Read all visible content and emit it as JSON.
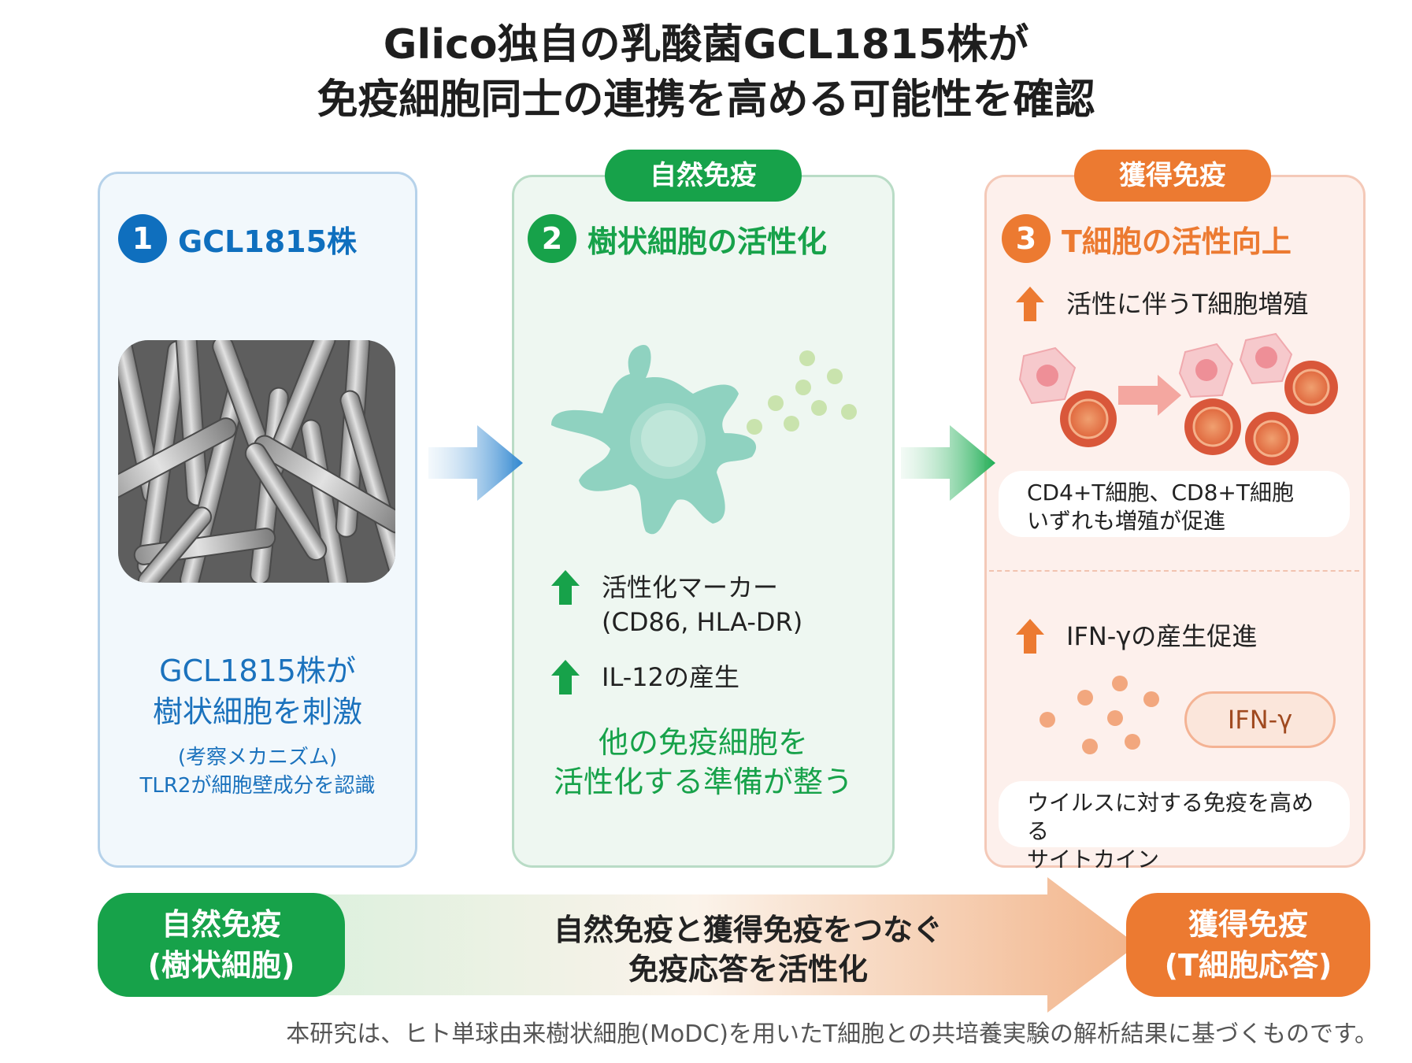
{
  "title": {
    "line1": "Glico独自の乳酸菌GCL1815株が",
    "line2": "免疫細胞同士の連携を高める可能性を確認"
  },
  "badges": {
    "innate": "自然免疫",
    "acquired": "獲得免疫"
  },
  "panel1": {
    "num": "1",
    "heading": "GCL1815株",
    "main_line1": "GCL1815株が",
    "main_line2": "樹状細胞を刺激",
    "sub_line1": "(考察メカニズム)",
    "sub_line2": "TLR2が細胞壁成分を認識"
  },
  "panel2": {
    "num": "2",
    "heading": "樹状細胞の活性化",
    "marker_line1": "活性化マーカー",
    "marker_line2": "(CD86, HLA-DR)",
    "il12": "IL-12の産生",
    "main_line1": "他の免疫細胞を",
    "main_line2": "活性化する準備が整う"
  },
  "panel3": {
    "num": "3",
    "heading": "T細胞の活性向上",
    "prolif": "活性に伴うT細胞増殖",
    "cd_line1": "CD4+T細胞、CD8+T細胞",
    "cd_line2": "いずれも増殖が促進",
    "ifn_promote": "IFN-γの産生促進",
    "ifn_label": "IFN-γ",
    "virus_line1": "ウイルスに対する免疫を高める",
    "virus_line2": "サイトカイン"
  },
  "flow": {
    "left_line1": "自然免疫",
    "left_line2": "(樹状細胞)",
    "center_line1": "自然免疫と獲得免疫をつなぐ",
    "center_line2": "免疫応答を活性化",
    "right_line1": "獲得免疫",
    "right_line2": "(T細胞応答)"
  },
  "footnote": "本研究は、ヒト単球由来樹状細胞(MoDC)を用いたT細胞との共培養実験の解析結果に基づくものです。",
  "colors": {
    "blue": "#0f6fbe",
    "green": "#17a24a",
    "orange": "#ec7a31"
  }
}
